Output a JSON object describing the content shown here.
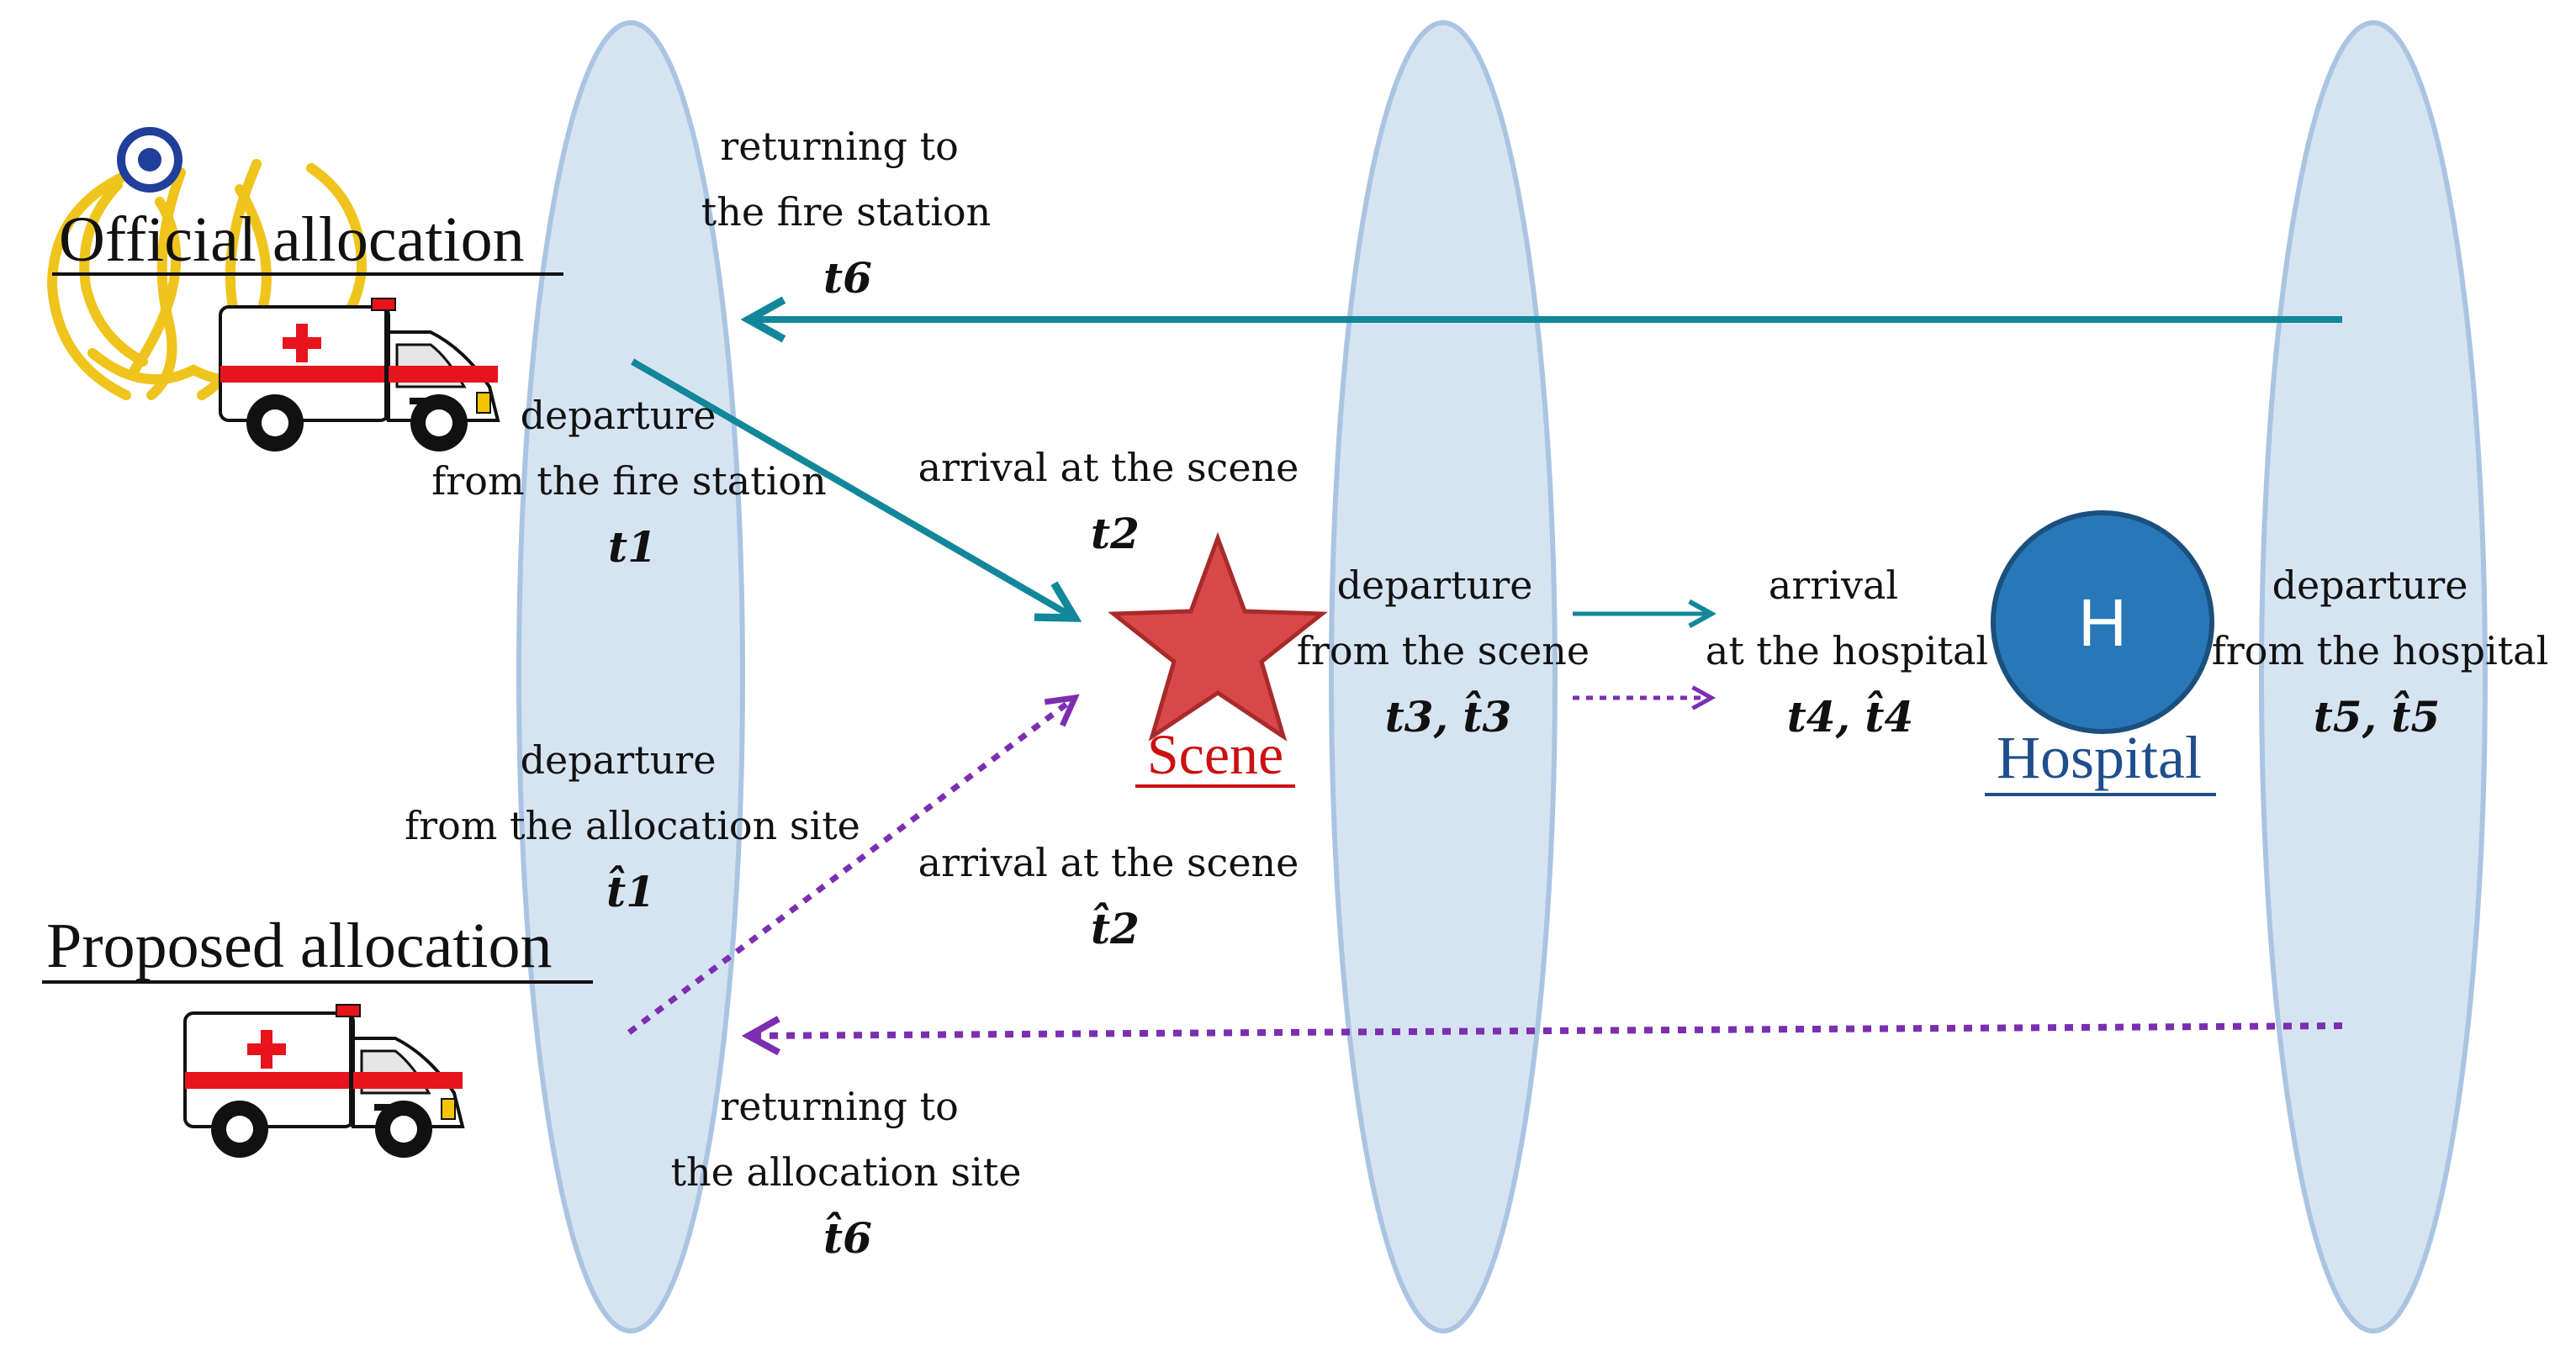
{
  "titles": {
    "official": "Official allocation",
    "proposed": "Proposed allocation"
  },
  "labels": {
    "returning_fire": [
      "returning  to",
      "the fire  station",
      "t6"
    ],
    "departure_fire": [
      "departure",
      "from the fire  station",
      "t1"
    ],
    "arrival_scene_top": [
      "arrival  at the scene",
      "t2"
    ],
    "departure_alloc": [
      "departure",
      "from the allocation  site",
      "t̂1"
    ],
    "arrival_scene_bottom": [
      "arrival  at the scene",
      "t̂2"
    ],
    "returning_alloc": [
      "returning  to",
      "the allocation  site",
      "t̂6"
    ],
    "departure_scene": [
      "departure",
      "from the  scene",
      "t3, t̂3"
    ],
    "arrival_hospital": [
      "arrival",
      "at the hospital",
      "t4, t̂4"
    ],
    "departure_hospital": [
      "departure",
      "from  the hospital",
      "t5, t̂5"
    ]
  },
  "nodes": {
    "scene": "Scene",
    "hospital": "Hospital",
    "hospital_letter": "H"
  },
  "icons": [
    "fire-service-emblem-icon",
    "ambulance-icon",
    "star-icon",
    "hospital-circle-icon",
    "red-cross-icon"
  ],
  "colors": {
    "ellipse_fill": "#d6e4f2",
    "ellipse_stroke": "#aac4e2",
    "official_arrow": "#12879a",
    "proposed_arrow": "#7b2fb0",
    "scene_star": "#d94848",
    "scene_text": "#cc1111",
    "hospital_circle": "#2878b8",
    "hospital_text": "#1f4e8c",
    "ambulance_red": "#e8141c"
  }
}
